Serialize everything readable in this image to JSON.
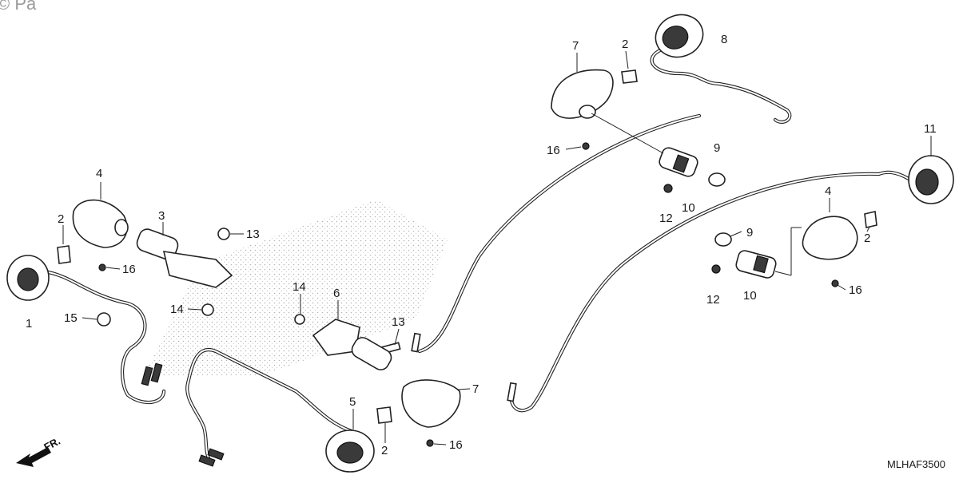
{
  "watermark": "© Pa",
  "diagram_code": "MLHAF3500",
  "direction_indicator": {
    "label": "FR.",
    "color": "#111111"
  },
  "callouts": [
    {
      "id": "c8",
      "text": "8"
    },
    {
      "id": "c7a",
      "text": "7"
    },
    {
      "id": "c2a",
      "text": "2"
    },
    {
      "id": "c16a",
      "text": "16"
    },
    {
      "id": "c9a",
      "text": "9"
    },
    {
      "id": "c12a",
      "text": "12"
    },
    {
      "id": "c10a",
      "text": "10"
    },
    {
      "id": "c11",
      "text": "11"
    },
    {
      "id": "c4a",
      "text": "4"
    },
    {
      "id": "c2b",
      "text": "2"
    },
    {
      "id": "c9b",
      "text": "9"
    },
    {
      "id": "c12b",
      "text": "12"
    },
    {
      "id": "c10b",
      "text": "10"
    },
    {
      "id": "c16b",
      "text": "16"
    },
    {
      "id": "c4b",
      "text": "4"
    },
    {
      "id": "c2c",
      "text": "2"
    },
    {
      "id": "c3",
      "text": "3"
    },
    {
      "id": "c13a",
      "text": "13"
    },
    {
      "id": "c16c",
      "text": "16"
    },
    {
      "id": "c14a",
      "text": "14"
    },
    {
      "id": "c1",
      "text": "1"
    },
    {
      "id": "c15",
      "text": "15"
    },
    {
      "id": "c14b",
      "text": "14"
    },
    {
      "id": "c6",
      "text": "6"
    },
    {
      "id": "c13b",
      "text": "13"
    },
    {
      "id": "c7b",
      "text": "7"
    },
    {
      "id": "c5",
      "text": "5"
    },
    {
      "id": "c2d",
      "text": "2"
    },
    {
      "id": "c16d",
      "text": "16"
    }
  ]
}
